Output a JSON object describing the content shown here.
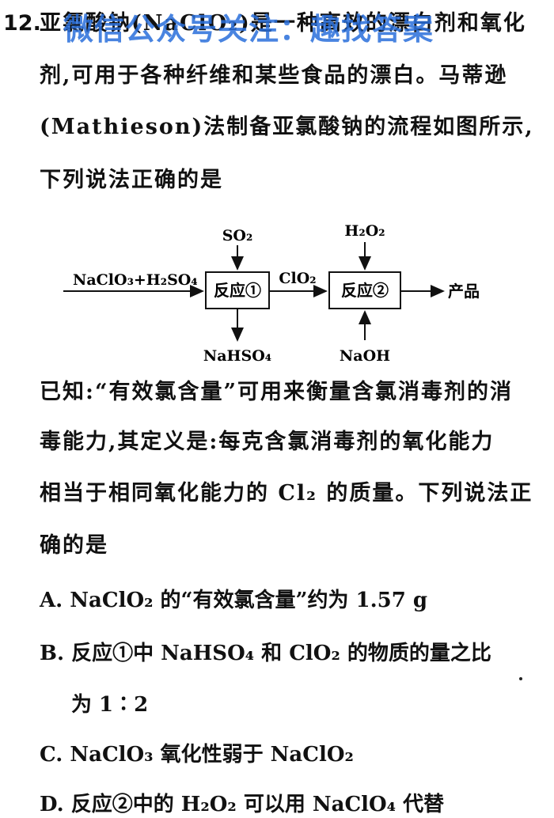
{
  "question": {
    "number": "12.",
    "watermark": "微信公众号关注：趣找答案",
    "stem_line1": "亚氯酸钠(NaClO₂)是一种高效的漂白剂和氧化",
    "stem_line2": "剂,可用于各种纤维和某些食品的漂白。马蒂逊",
    "stem_line3": "(Mathieson)法制备亚氯酸钠的流程如图所示,",
    "stem_line4": "下列说法正确的是"
  },
  "diagram": {
    "input_left": "NaClO₃+H₂SO₄",
    "reactor1": "反应①",
    "reactor1_top": "SO₂",
    "reactor1_bottom": "NaHSO₄",
    "middle": "ClO₂",
    "reactor2": "反应②",
    "reactor2_top": "H₂O₂",
    "reactor2_bottom": "NaOH",
    "output": "产品"
  },
  "known": {
    "line1": "已知:“有效氯含量”可用来衡量含氯消毒剂的消",
    "line2": "毒能力,其定义是:每克含氯消毒剂的氧化能力",
    "line3": "相当于相同氧化能力的 Cl₂ 的质量。下列说法正",
    "line4": "确的是"
  },
  "options": {
    "A": "A. NaClO₂ 的“有效氯含量”约为 1.57 g",
    "B1": "B. 反应①中 NaHSO₄ 和 ClO₂ 的物质的量之比",
    "B2": "为 1∶2",
    "C": "C. NaClO₃ 氧化性弱于 NaClO₂",
    "D": "D. 反应②中的 H₂O₂ 可以用 NaClO₄ 代替"
  }
}
